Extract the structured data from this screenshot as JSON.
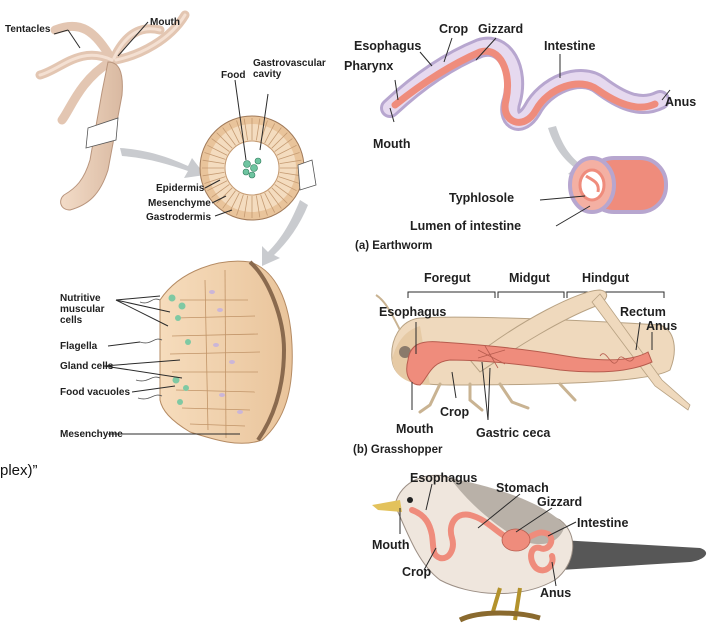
{
  "hydra": {
    "labels": {
      "tentacles": "Tentacles",
      "mouth": "Mouth",
      "food": "Food",
      "gastrovascular_cavity": "Gastrovascular cavity",
      "epidermis": "Epidermis",
      "mesenchyme": "Mesenchyme",
      "gastrodermis": "Gastrodermis"
    },
    "detail_labels": {
      "nutritive_muscular_cells": "Nutritive muscular cells",
      "flagella": "Flagella",
      "gland_cells": "Gland cells",
      "food_vacuoles": "Food vacuoles",
      "mesenchyme": "Mesenchyme"
    }
  },
  "earthworm": {
    "caption": "(a) Earthworm",
    "labels": {
      "crop": "Crop",
      "gizzard": "Gizzard",
      "esophagus": "Esophagus",
      "pharynx": "Pharynx",
      "intestine": "Intestine",
      "anus": "Anus",
      "mouth": "Mouth",
      "typhlosole": "Typhlosole",
      "lumen": "Lumen of intestine"
    }
  },
  "grasshopper": {
    "caption": "(b) Grasshopper",
    "labels": {
      "foregut": "Foregut",
      "midgut": "Midgut",
      "hindgut": "Hindgut",
      "esophagus": "Esophagus",
      "rectum": "Rectum",
      "anus": "Anus",
      "mouth": "Mouth",
      "crop": "Crop",
      "gastric_ceca": "Gastric ceca"
    }
  },
  "bird": {
    "labels": {
      "esophagus": "Esophagus",
      "stomach": "Stomach",
      "gizzard": "Gizzard",
      "intestine": "Intestine",
      "mouth": "Mouth",
      "crop": "Crop",
      "anus": "Anus"
    }
  },
  "background_fragment": "plex)”",
  "colors": {
    "gut": "#ef8c7c",
    "body_tan": "#efd9bd",
    "worm_purple": "#b7a6cf",
    "arrow_gray": "#c9cbcf"
  }
}
